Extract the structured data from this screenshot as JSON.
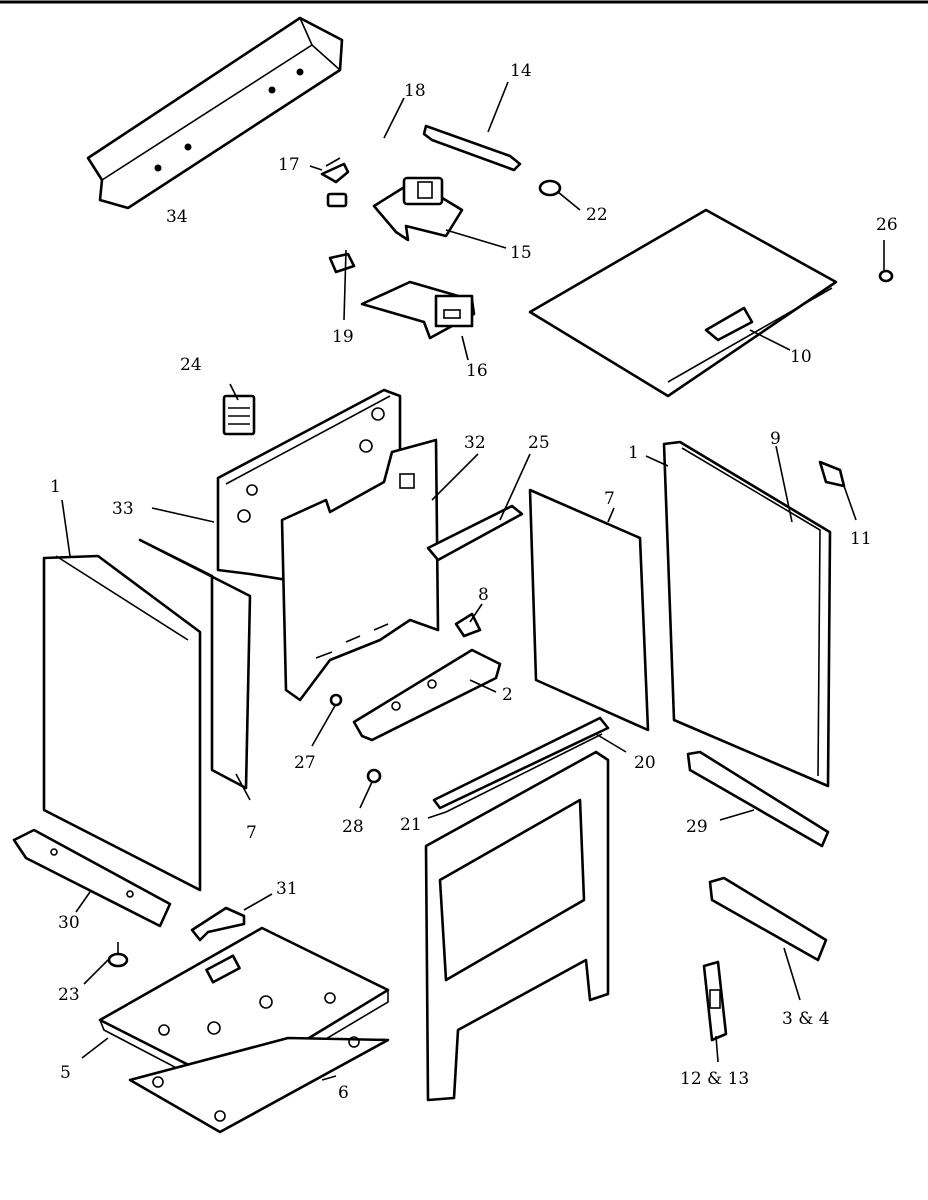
{
  "diagram": {
    "callouts": {
      "c1_left": "1",
      "c1_right": "1",
      "c2": "2",
      "c3_4": "3 & 4",
      "c5": "5",
      "c6": "6",
      "c7_left": "7",
      "c7_right": "7",
      "c8": "8",
      "c9": "9",
      "c10": "10",
      "c11": "11",
      "c12_13": "12 & 13",
      "c14": "14",
      "c15": "15",
      "c16": "16",
      "c17": "17",
      "c18": "18",
      "c19": "19",
      "c20": "20",
      "c21": "21",
      "c22": "22",
      "c23": "23",
      "c24": "24",
      "c25": "25",
      "c26": "26",
      "c27": "27",
      "c28": "28",
      "c29": "29",
      "c30": "30",
      "c31": "31",
      "c32": "32",
      "c33": "33",
      "c34": "34"
    }
  }
}
